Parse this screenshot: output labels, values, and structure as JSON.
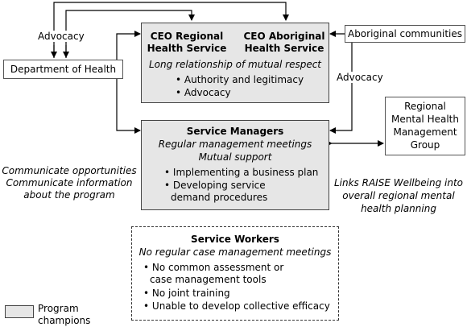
{
  "advocacy_top": "Advocacy",
  "advocacy_side": "Advocacy",
  "department_of_health": "Department of Health",
  "aboriginal_communities": "Aboriginal communities",
  "ceo_box": {
    "ceo_regional_line1": "CEO Regional",
    "ceo_regional_line2": "Health Service",
    "ceo_aboriginal_line1": "CEO Aboriginal",
    "ceo_aboriginal_line2": "Health Service",
    "relationship": "Long relationship of mutual respect",
    "bullets": [
      "Authority and legitimacy",
      "Advocacy"
    ]
  },
  "managers_box": {
    "title": "Service Managers",
    "line1": "Regular management meetings",
    "line2": "Mutual support",
    "bullets": [
      "Implementing a business plan",
      "Developing service",
      "demand procedures"
    ]
  },
  "regional_group": [
    "Regional",
    "Mental Health",
    "Management",
    "Group"
  ],
  "left_note": [
    "Communicate opportunities",
    "Communicate information",
    "about the program"
  ],
  "right_note": [
    "Links RAISE Wellbeing into",
    "overall regional mental",
    "health planning"
  ],
  "workers_box": {
    "title": "Service Workers",
    "subtitle": "No regular case management meetings",
    "bullets": [
      "No common assessment or",
      "case management tools",
      "No joint training",
      "Unable to develop collective efficacy"
    ]
  },
  "legend": [
    "Program",
    "champions"
  ],
  "colors": {
    "shaded": "#e6e6e6",
    "border": "#444444"
  }
}
